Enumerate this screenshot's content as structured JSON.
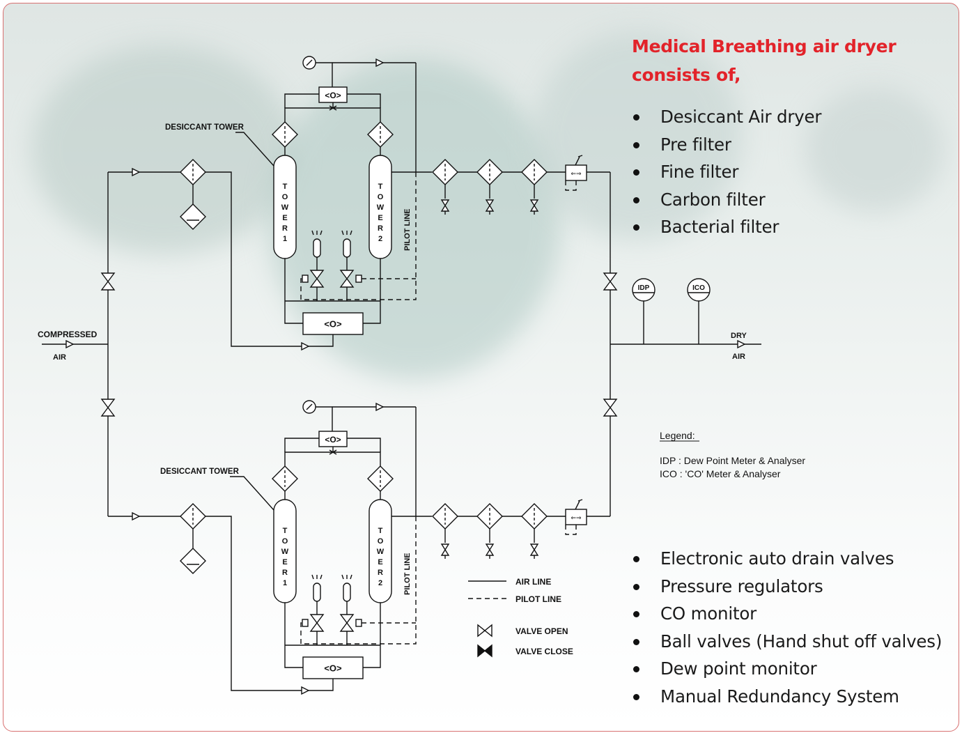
{
  "heading": "Medical Breathing air dryer consists of,",
  "components": [
    "Desiccant Air dryer",
    "Pre filter",
    "Fine filter",
    "Carbon filter",
    "Bacterial filter"
  ],
  "features": [
    "Electronic auto drain valves",
    "Pressure regulators",
    "CO monitor",
    "Ball valves (Hand shut off valves)",
    "Dew point monitor",
    "Manual Redundancy System"
  ],
  "diagram": {
    "inlet_label_1": "COMPRESSED",
    "inlet_label_2": "AIR",
    "outlet_label_1": "DRY",
    "outlet_label_2": "AIR",
    "desiccant_tower": "DESICCANT TOWER",
    "tower1_letters": [
      "T",
      "O",
      "W",
      "E",
      "R",
      "1"
    ],
    "tower2_letters": [
      "T",
      "O",
      "W",
      "E",
      "R",
      "2"
    ],
    "pilot_line": "PILOT LINE",
    "idp": "IDP",
    "ico": "ICO",
    "valve_symbol": "<O>",
    "legend_title": "Legend:",
    "legend_line1": "IDP  : Dew Point Meter & Analyser",
    "legend_line2": "ICO : 'CO' Meter & Analyser",
    "key_air_line": "AIR LINE",
    "key_pilot_line": "PILOT LINE",
    "key_valve_open": "VALVE OPEN",
    "key_valve_close": "VALVE CLOSE"
  },
  "colors": {
    "heading": "#e2232a",
    "frame_border": "#d87070",
    "line": "#111111"
  }
}
